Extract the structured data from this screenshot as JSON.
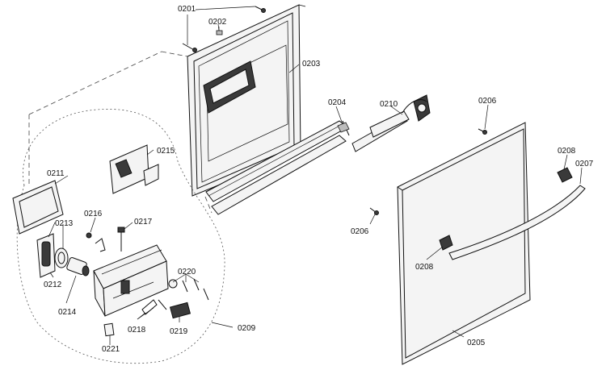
{
  "diagram": {
    "part_labels": {
      "p0201": "0201",
      "p0202": "0202",
      "p0203": "0203",
      "p0204": "0204",
      "p0205": "0205",
      "p0206a": "0206",
      "p0206b": "0206",
      "p0207": "0207",
      "p0208a": "0208",
      "p0208b": "0208",
      "p0209": "0209",
      "p0210": "0210",
      "p0211": "0211",
      "p0212": "0212",
      "p0213": "0213",
      "p0214": "0214",
      "p0215": "0215",
      "p0216": "0216",
      "p0217": "0217",
      "p0218": "0218",
      "p0219": "0219",
      "p0220": "0220",
      "p0221": "0221"
    }
  }
}
